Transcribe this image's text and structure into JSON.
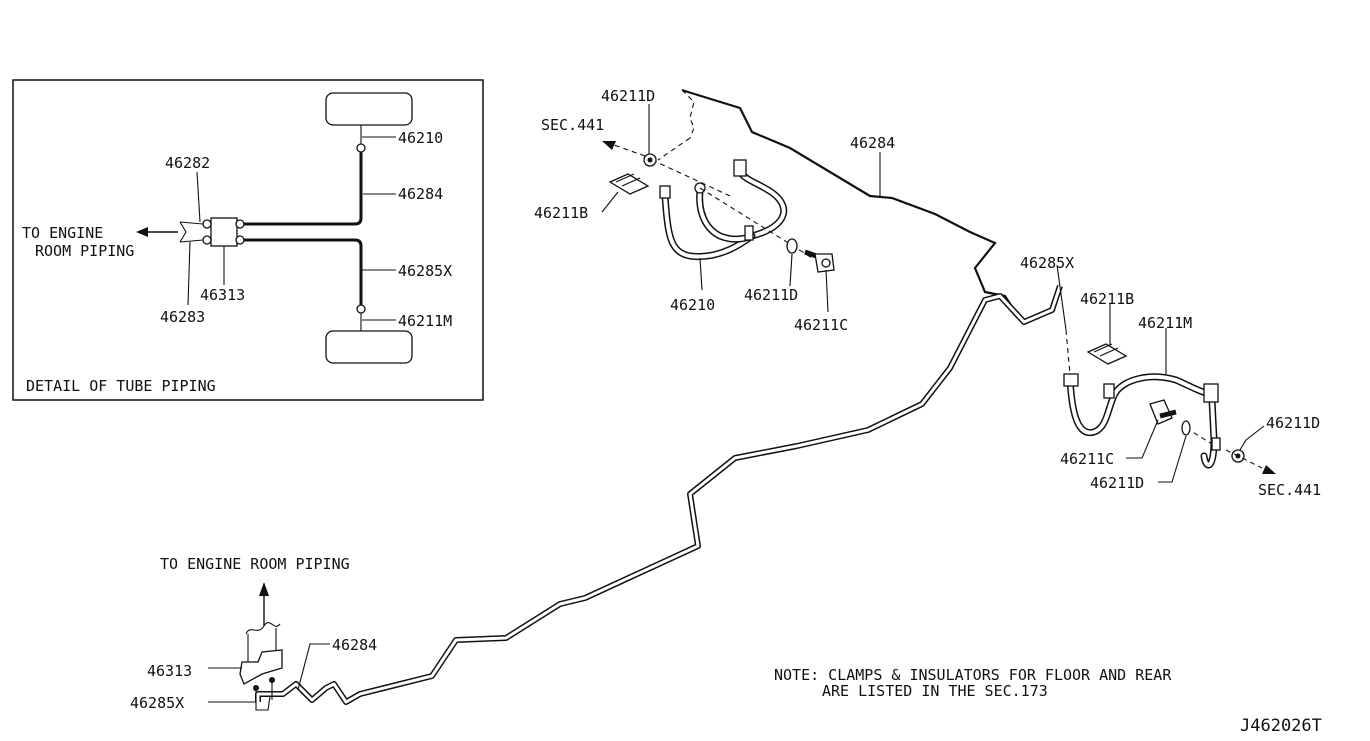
{
  "detail_box": {
    "caption": "DETAIL OF TUBE PIPING",
    "to_engine_line1": "TO ENGINE",
    "to_engine_line2": "ROOM PIPING",
    "labels": {
      "p46210": "46210",
      "p46284": "46284",
      "p46282": "46282",
      "p46313": "46313",
      "p46283": "46283",
      "p46285x": "46285X",
      "p46211m": "46211M"
    }
  },
  "left_hose_group": {
    "sec441": "SEC.441",
    "p46211d_top": "46211D",
    "p46211b": "46211B",
    "p46210": "46210",
    "p46211d_bottom": "46211D",
    "p46211c": "46211C"
  },
  "main_tube": {
    "p46284_top": "46284",
    "p46285x": "46285X"
  },
  "right_hose_group": {
    "p46211b": "46211B",
    "p46211m": "46211M",
    "p46211d_right": "46211D",
    "p46211c": "46211C",
    "p46211d_bottom": "46211D",
    "sec441": "SEC.441"
  },
  "front_junction": {
    "to_engine": "TO ENGINE ROOM PIPING",
    "p46313": "46313",
    "p46284": "46284",
    "p46285x": "46285X"
  },
  "note": {
    "line1": "NOTE: CLAMPS & INSULATORS FOR FLOOR AND REAR",
    "line2": "ARE LISTED IN THE SEC.173"
  },
  "diagram_id": "J462026T"
}
